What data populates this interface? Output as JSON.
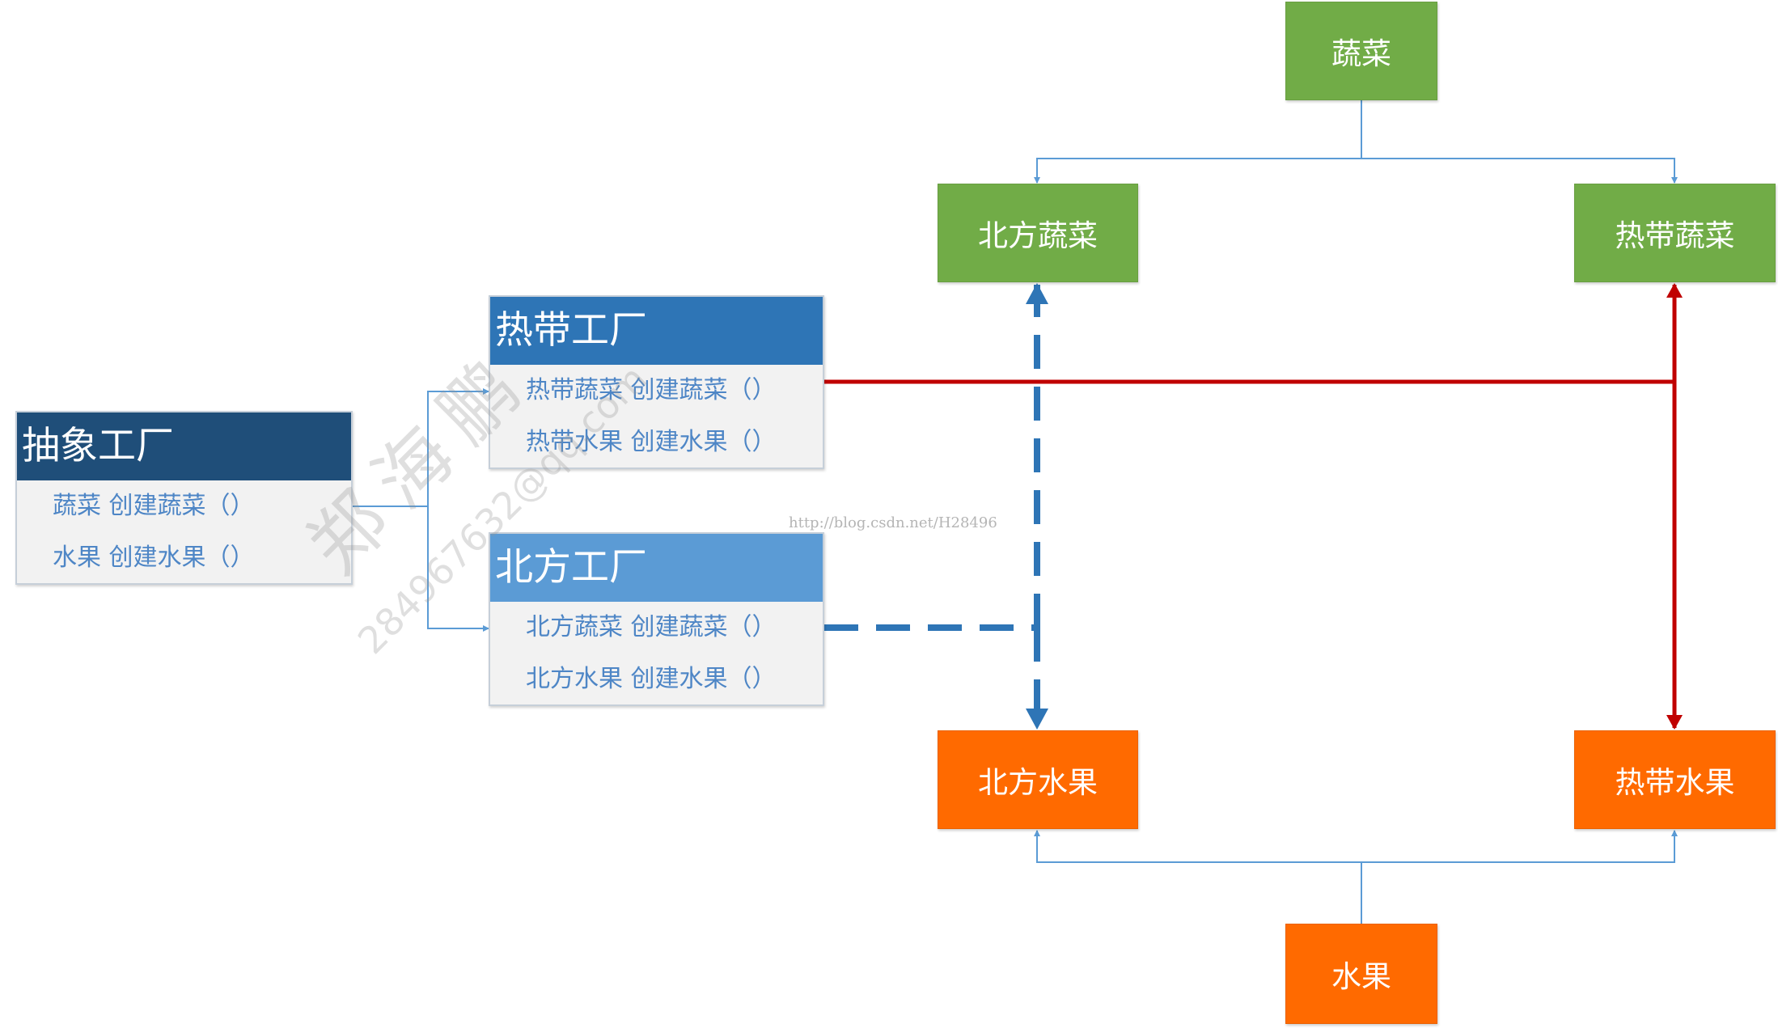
{
  "colors": {
    "abstract_header": "#1f4e79",
    "tropical_header": "#2e75b6",
    "north_header": "#5b9bd5",
    "method_text": "#4e86c6",
    "vegetable": "#71ac47",
    "fruit": "#ff6a00",
    "connector_blue": "#5b9bd5",
    "dashed_blue": "#2e75b6",
    "solid_red": "#c00000"
  },
  "factories": {
    "abstract": {
      "title": "抽象工厂",
      "methods": [
        "蔬菜 创建蔬菜（）",
        "水果 创建水果（）"
      ]
    },
    "tropical": {
      "title": "热带工厂",
      "methods": [
        "热带蔬菜 创建蔬菜（）",
        "热带水果 创建水果（）"
      ]
    },
    "north": {
      "title": "北方工厂",
      "methods": [
        "北方蔬菜 创建蔬菜（）",
        "北方水果 创建水果（）"
      ]
    }
  },
  "products": {
    "vegetable": "蔬菜",
    "north_vegetable": "北方蔬菜",
    "tropical_vegetable": "热带蔬菜",
    "north_fruit": "北方水果",
    "tropical_fruit": "热带水果",
    "fruit": "水果"
  },
  "watermark": {
    "name": "郑海鹏",
    "email": "284967632@qq.com",
    "url": "http://blog.csdn.net/H28496"
  }
}
